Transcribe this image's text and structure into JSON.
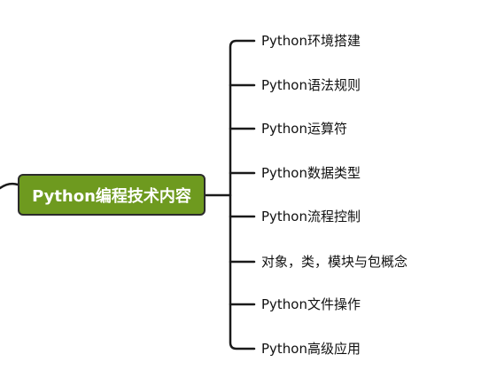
{
  "central_topic": {
    "label": "Python编程技术内容",
    "fill_color": "#6e9a1f",
    "text_color": "#ffffff"
  },
  "branches": [
    {
      "label": "Python环境搭建"
    },
    {
      "label": "Python语法规则"
    },
    {
      "label": "Python运算符"
    },
    {
      "label": "Python数据类型"
    },
    {
      "label": "Python流程控制"
    },
    {
      "label": "对象，类，模块与包概念"
    },
    {
      "label": "Python文件操作"
    },
    {
      "label": "Python高级应用"
    }
  ],
  "line_color": "#1a1a1a"
}
